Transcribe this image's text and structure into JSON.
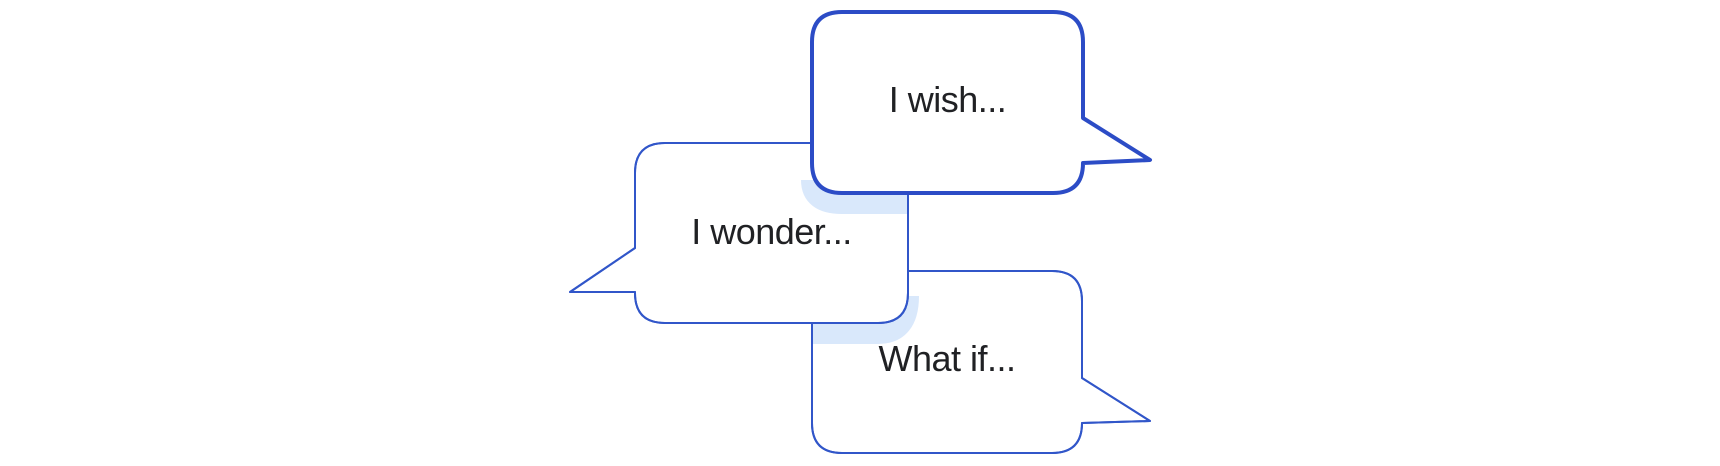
{
  "page": {
    "background_color": "#ffffff"
  },
  "diagram": {
    "overlap_shadow_color": "#d9e8fb",
    "text_color": "#202124",
    "bubble_fill": "#ffffff",
    "bubbles": [
      {
        "label": "I wish...",
        "border_color": "#2c4cc6",
        "border_width": "4",
        "tail_direction": "right",
        "emphasis": "bold-border"
      },
      {
        "label": "I wonder...",
        "border_color": "#3156c9",
        "border_width": "2",
        "tail_direction": "left",
        "emphasis": "normal"
      },
      {
        "label": "What if...",
        "border_color": "#3156c9",
        "border_width": "2",
        "tail_direction": "right",
        "emphasis": "normal"
      }
    ]
  }
}
